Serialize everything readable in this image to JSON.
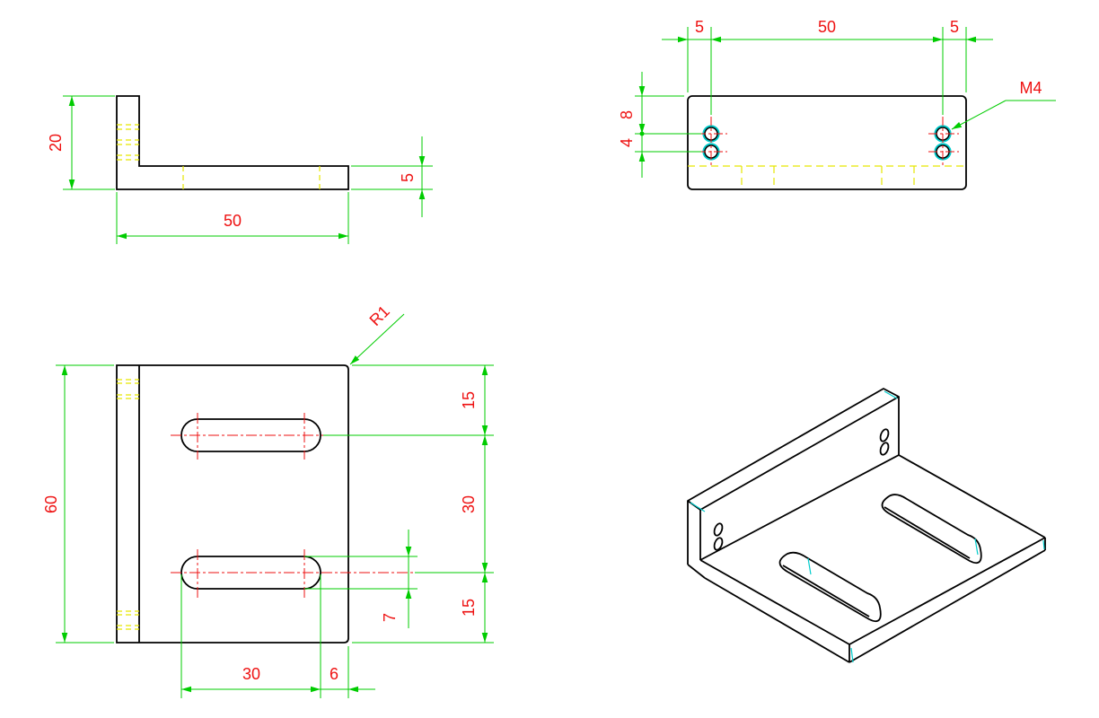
{
  "colors": {
    "outline": "#000000",
    "dimension": "#00cc00",
    "dim_text": "#ee1111",
    "center": "#ee1111",
    "hidden": "#e6e600",
    "tangent": "#00cccc",
    "background": "#ffffff"
  },
  "side_view": {
    "height": "20",
    "thickness": "5",
    "length": "50"
  },
  "front_view": {
    "edge_offset_left": "5",
    "hole_spacing": "50",
    "edge_offset_right": "5",
    "offset_8": "8",
    "spacing_4": "4",
    "thread": "M4"
  },
  "top_view": {
    "fillet": "R1",
    "total_width": "60",
    "slot1_pos": "15",
    "slot_spacing": "30",
    "slot2_pos": "15",
    "slot_width": "7",
    "slot_length": "30",
    "slot_edge": "6"
  }
}
